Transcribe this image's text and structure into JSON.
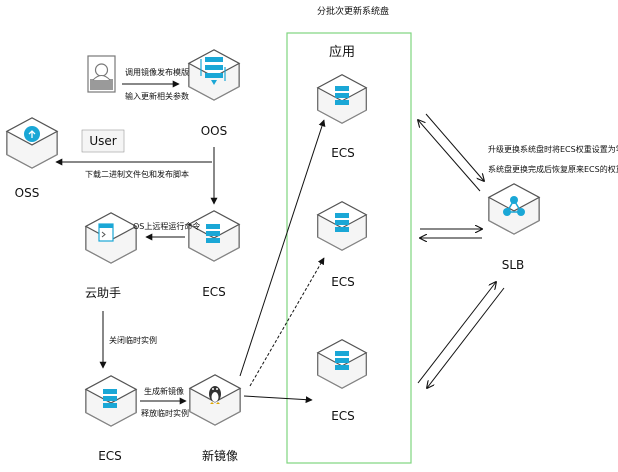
{
  "title": "分批次更新系统盘",
  "group_label": "应用",
  "nodes": {
    "user": "User",
    "oos": "OOS",
    "oss": "OSS",
    "ecs_mid": "ECS",
    "assistant": "云助手",
    "ecs_bottom": "ECS",
    "new_image": "新镜像",
    "ecs_app1": "ECS",
    "ecs_app2": "ECS",
    "ecs_app3": "ECS",
    "slb": "SLB"
  },
  "edges": {
    "user_oos_1": "调用镜像发布模版",
    "user_oos_2": "输入更新相关参数",
    "to_oss": "下载二进制文件包和发布脚本",
    "run_cmd": "OS上远程运行命令",
    "close_temp": "关闭临时实例",
    "gen_image": "生成新镜像",
    "release_temp": "释放临时实例",
    "slb_1": "升级更换系统盘时将ECS权重设置为零",
    "slb_2": "系统盘更换完成后恢复原来ECS的权重"
  },
  "colors": {
    "frame": "#7fd47f",
    "accent": "#1aa7d6",
    "icon_grey": "#9a9a9a"
  }
}
